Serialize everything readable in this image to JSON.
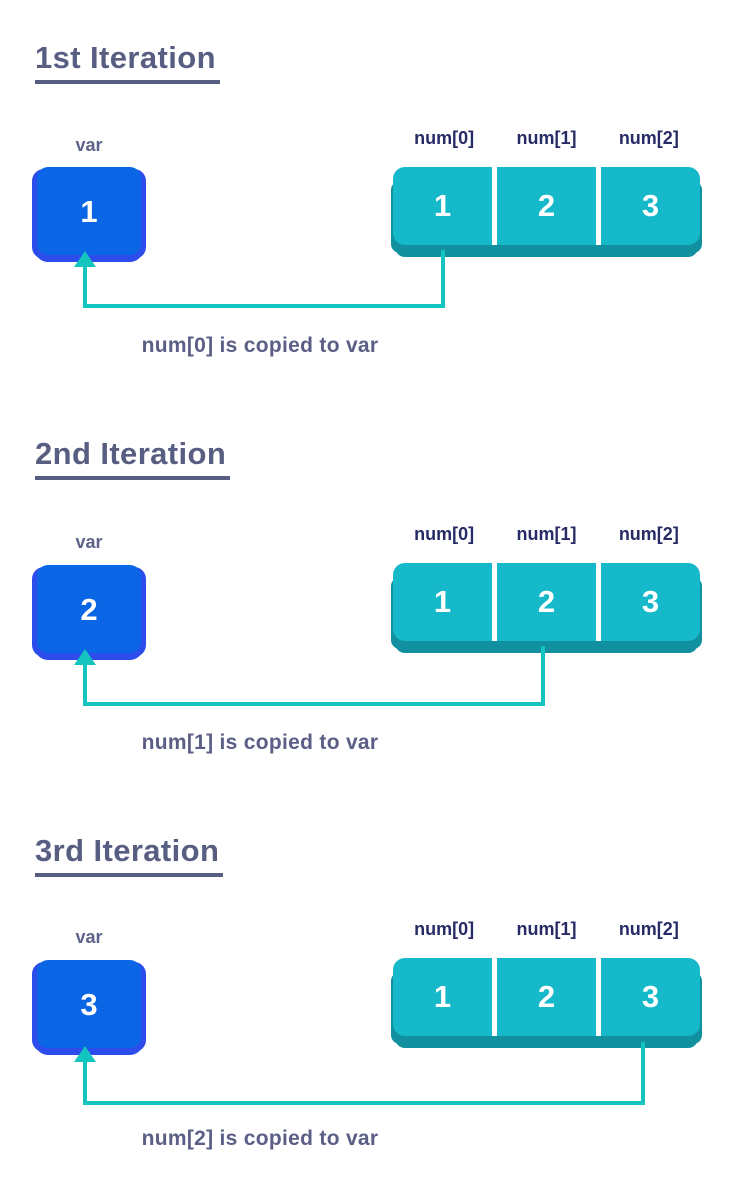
{
  "colors": {
    "background": "#ffffff",
    "blue": "#0b66e6",
    "blue_shadow": "#2c4deb",
    "teal": "#15b9c9",
    "teal_shadow": "#11919f",
    "arrow": "#13c4bf",
    "title": "#585d82",
    "caption": "#5b5f86",
    "array_label": "#272c66",
    "var_label": "#5e628a",
    "cell_text": "#ffffff"
  },
  "sections": [
    {
      "title": "1st Iteration",
      "var_label": "var",
      "var_value": "1",
      "array_labels": [
        "num[0]",
        "num[1]",
        "num[2]"
      ],
      "array_values": [
        "1",
        "2",
        "3"
      ],
      "arrow_from": "num[0]",
      "arrow_to": "var",
      "caption": "num[0] is copied to var"
    },
    {
      "title": "2nd Iteration",
      "var_label": "var",
      "var_value": "2",
      "array_labels": [
        "num[0]",
        "num[1]",
        "num[2]"
      ],
      "array_values": [
        "1",
        "2",
        "3"
      ],
      "arrow_from": "num[1]",
      "arrow_to": "var",
      "caption": "num[1] is copied to var"
    },
    {
      "title": "3rd Iteration",
      "var_label": "var",
      "var_value": "3",
      "array_labels": [
        "num[0]",
        "num[1]",
        "num[2]"
      ],
      "array_values": [
        "1",
        "2",
        "3"
      ],
      "arrow_from": "num[2]",
      "arrow_to": "var",
      "caption": "num[2] is copied to var"
    }
  ]
}
